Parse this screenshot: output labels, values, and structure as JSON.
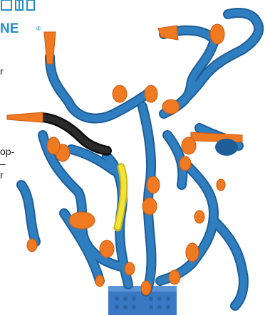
{
  "brand": {
    "name": "NE",
    "registered_mark": "®",
    "color": "#1f8fc5"
  },
  "side_text": {
    "fragment_1": "r",
    "fragment_2": "op-",
    "fragment_3": "–",
    "fragment_4": "r"
  },
  "colors": {
    "hose_blue": "#2f7fc0",
    "hose_blue_dark": "#1d5e99",
    "nozzle_orange": "#f07a22",
    "nozzle_orange_dark": "#c9580f",
    "hose_black": "#1a1a1a",
    "hose_yellow": "#f2e33a",
    "base_blue": "#3a78c4"
  },
  "icons": {
    "logo_mark": "header-bracket-icon"
  }
}
